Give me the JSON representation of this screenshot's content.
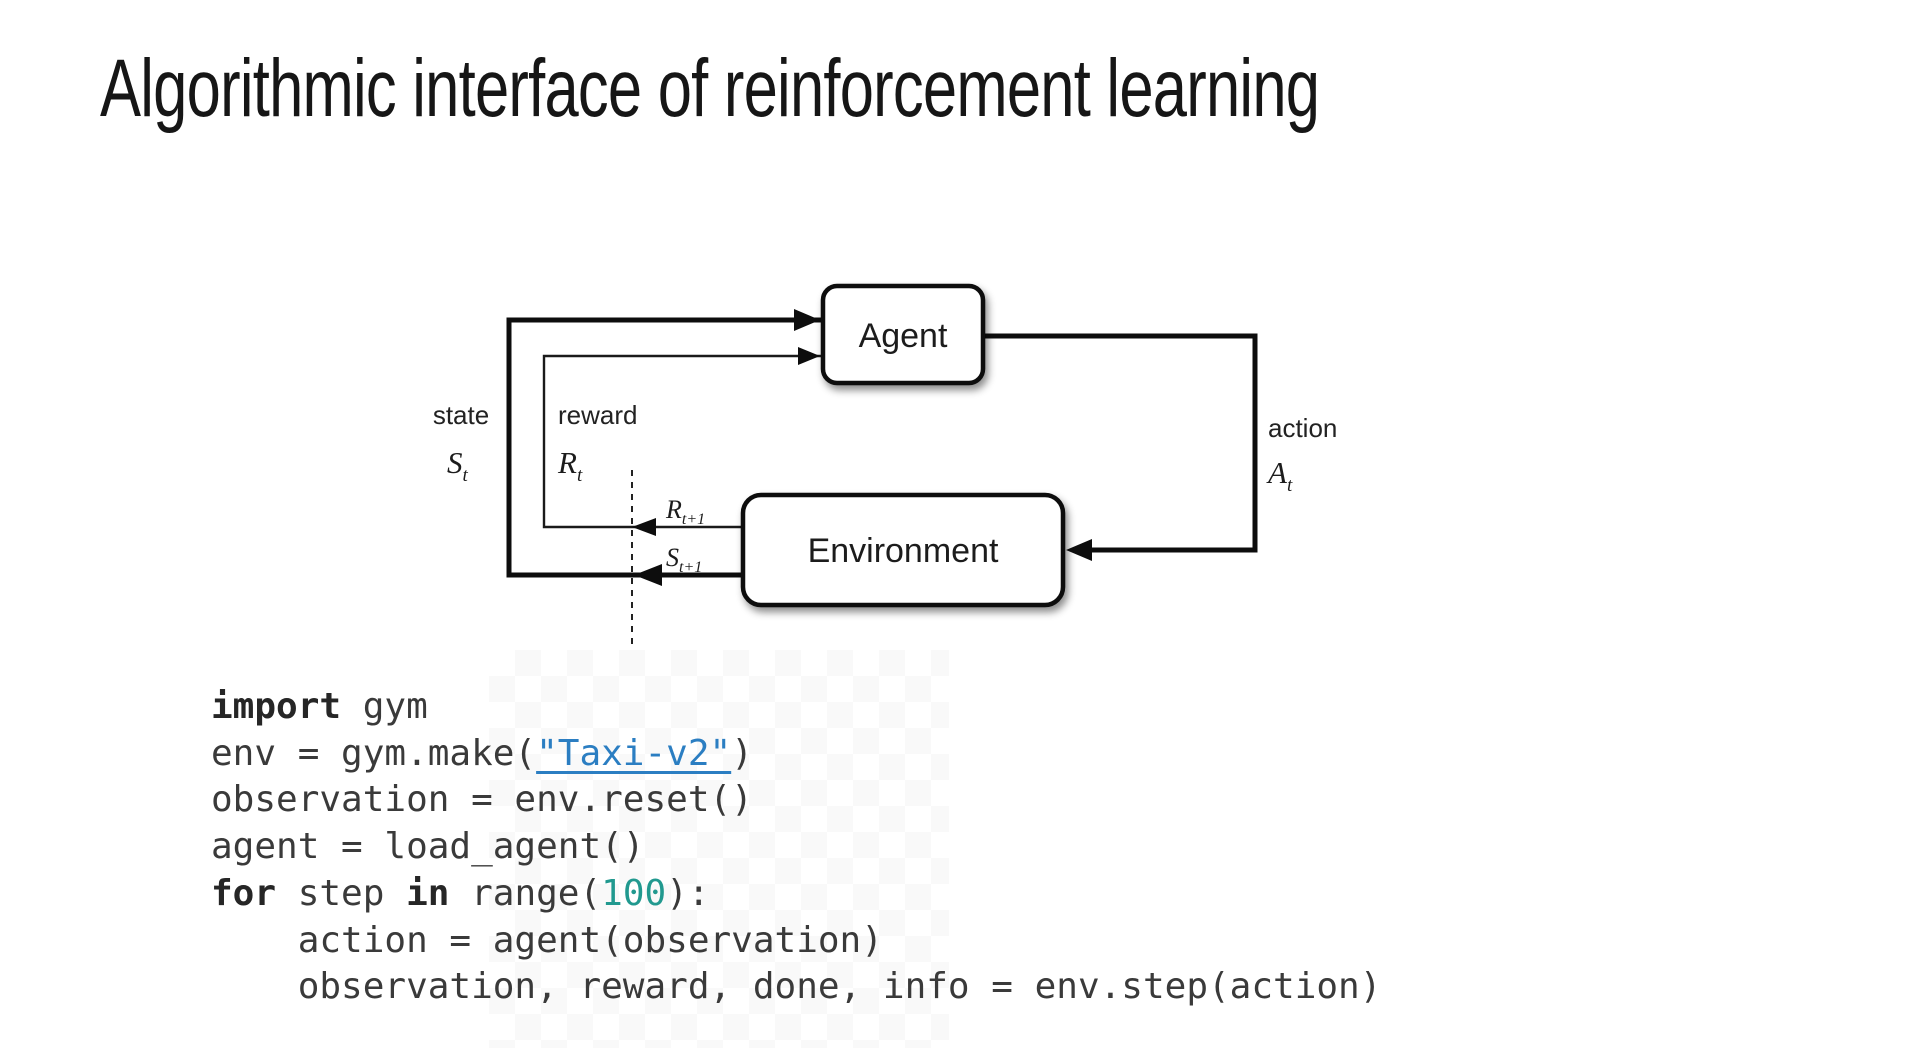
{
  "slide": {
    "title": "Algorithmic interface of reinforcement learning"
  },
  "diagram": {
    "agent_label": "Agent",
    "environment_label": "Environment",
    "state_label": "state",
    "state_symbol": "S",
    "state_sub": "t",
    "reward_label": "reward",
    "reward_symbol": "R",
    "reward_sub": "t",
    "action_label": "action",
    "action_symbol": "A",
    "action_sub": "t",
    "next_reward_symbol": "R",
    "next_reward_sub": "t+1",
    "next_state_symbol": "S",
    "next_state_sub": "t+1"
  },
  "code": {
    "lines": [
      [
        {
          "t": "import",
          "c": "kw"
        },
        {
          "t": " gym",
          "c": "plain"
        }
      ],
      [
        {
          "t": "env = gym.make(",
          "c": "plain"
        },
        {
          "t": "\"Taxi-v2\"",
          "c": "link"
        },
        {
          "t": ")",
          "c": "plain"
        }
      ],
      [
        {
          "t": "observation = env.reset()",
          "c": "plain"
        }
      ],
      [
        {
          "t": "agent = load_agent()",
          "c": "plain"
        }
      ],
      [
        {
          "t": "for",
          "c": "kw"
        },
        {
          "t": " step ",
          "c": "plain"
        },
        {
          "t": "in",
          "c": "kw"
        },
        {
          "t": " range(",
          "c": "plain"
        },
        {
          "t": "100",
          "c": "num"
        },
        {
          "t": "):",
          "c": "plain"
        }
      ],
      [
        {
          "t": "    action = agent(observation)",
          "c": "plain"
        }
      ],
      [
        {
          "t": "    observation, reward, done, info = env.step(action)",
          "c": "plain"
        }
      ]
    ]
  },
  "colors": {
    "link_blue": "#2b7ec2",
    "number_teal": "#21998f",
    "code_text": "#3a3a3a",
    "keyword": "#262626",
    "diagram_ink": "#0d0d0d"
  }
}
